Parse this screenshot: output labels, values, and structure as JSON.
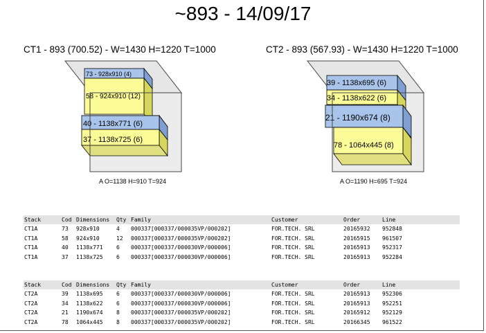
{
  "page_title": "~893 - 14/09/17",
  "containers": [
    {
      "title": "CT1 - 893 (700.52) - W=1430 H=1220 T=1000",
      "caption": "A O=1138 H=910 T=924",
      "boxes": [
        {
          "label": "73 - 928x910  (4)",
          "color": "blue"
        },
        {
          "label": "58 - 924x910  (12)",
          "color": "yellow"
        },
        {
          "label": "40 - 1138x771  (6)",
          "color": "blue"
        },
        {
          "label": "37 - 1138x725  (6)",
          "color": "yellow"
        }
      ]
    },
    {
      "title": "CT2 - 893 (567.93) - W=1430 H=1220 T=1000",
      "caption": "A O=1190 H=695 T=924",
      "boxes": [
        {
          "label": "39 - 1138x695  (6)",
          "color": "blue"
        },
        {
          "label": "34 - 1138x622  (6)",
          "color": "yellow"
        },
        {
          "label": "21 - 1190x674  (8)",
          "color": "blue"
        },
        {
          "label": "78 - 1064x445  (8)",
          "color": "yellow"
        }
      ]
    }
  ],
  "table_headers": {
    "stack": "Stack",
    "cod": "Cod",
    "dimensions": "Dimensions",
    "qty": "Qty",
    "family": "Family",
    "customer": "Customer",
    "order": "Order",
    "line": "Line"
  },
  "tables": [
    {
      "rows": [
        {
          "stack": "CT1A",
          "cod": "73",
          "dimensions": "928x910",
          "qty": "4",
          "family": "000337[000337/000035VP/000202]",
          "customer": "FOR.TECH. SRL",
          "order": "20165932",
          "line": "952848"
        },
        {
          "stack": "CT1A",
          "cod": "58",
          "dimensions": "924x910",
          "qty": "12",
          "family": "000337[000337/000035VP/000202]",
          "customer": "FOR.TECH. SRL",
          "order": "20165915",
          "line": "961507"
        },
        {
          "stack": "CT1A",
          "cod": "40",
          "dimensions": "1138x771",
          "qty": "6",
          "family": "000337[000337/000030VP/000006]",
          "customer": "FOR.TECH. SRL",
          "order": "20165913",
          "line": "952317"
        },
        {
          "stack": "CT1A",
          "cod": "37",
          "dimensions": "1138x725",
          "qty": "6",
          "family": "000337[000337/000030VP/000006]",
          "customer": "FOR.TECH. SRL",
          "order": "20165913",
          "line": "952284"
        }
      ]
    },
    {
      "rows": [
        {
          "stack": "CT2A",
          "cod": "39",
          "dimensions": "1138x695",
          "qty": "6",
          "family": "000337[000337/000030VP/000006]",
          "customer": "FOR.TECH. SRL",
          "order": "20165913",
          "line": "952306"
        },
        {
          "stack": "CT2A",
          "cod": "34",
          "dimensions": "1138x622",
          "qty": "6",
          "family": "000337[000337/000030VP/000006]",
          "customer": "FOR.TECH. SRL",
          "order": "20165913",
          "line": "952251"
        },
        {
          "stack": "CT2A",
          "cod": "21",
          "dimensions": "1190x674",
          "qty": "8",
          "family": "000337[000337/000035VP/000202]",
          "customer": "FOR.TECH. SRL",
          "order": "20165912",
          "line": "952129"
        },
        {
          "stack": "CT2A",
          "cod": "78",
          "dimensions": "1064x445",
          "qty": "8",
          "family": "000337[000337/000035VP/000202]",
          "customer": "FOR.TECH. SRL",
          "order": "20166345",
          "line": "961522"
        }
      ]
    }
  ],
  "colors": {
    "blue_front": "#a9c4ea",
    "blue_top": "#c6d9f3",
    "blue_side": "#7f9fd0",
    "yellow_front": "#fbfb98",
    "yellow_top": "#fdfdc4",
    "yellow_side": "#d6d65c",
    "container_fill": "#ececec",
    "table_header_bg": "#e3e3e3"
  }
}
